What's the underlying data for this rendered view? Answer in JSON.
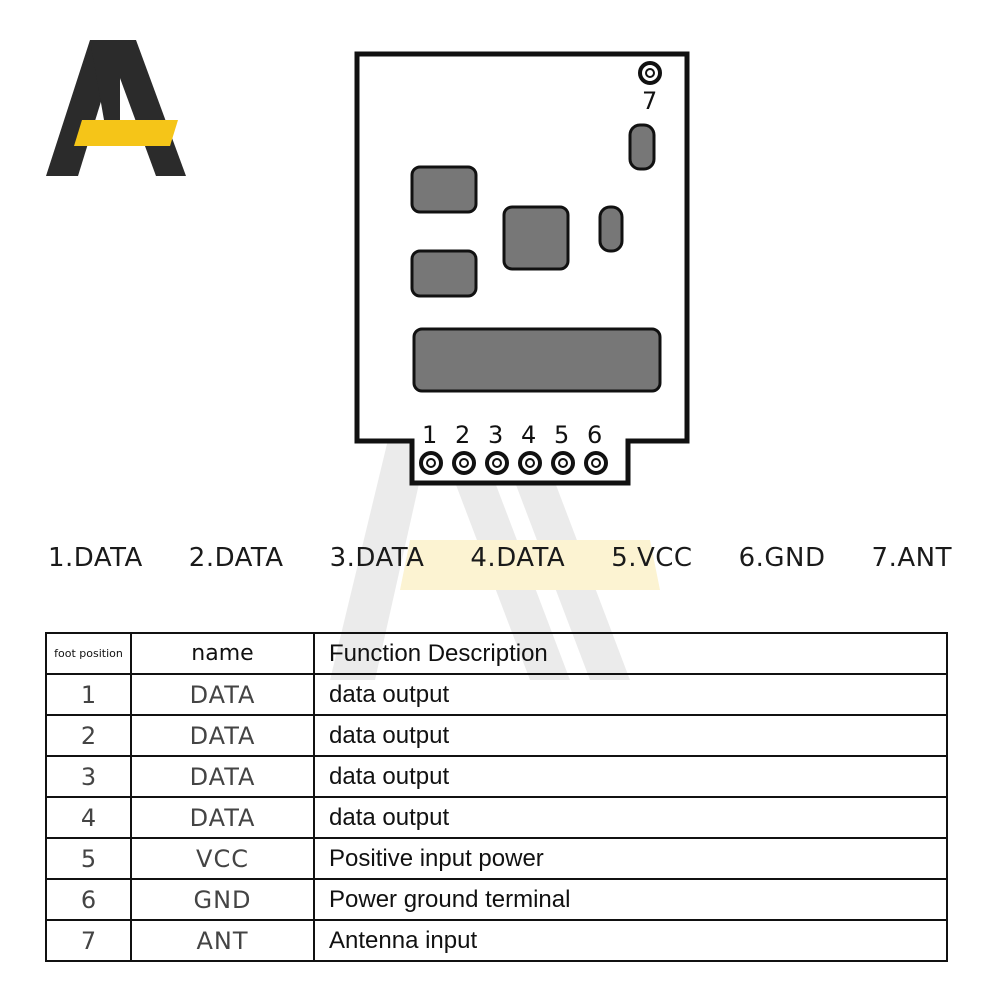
{
  "pin_labels": [
    "1.DATA",
    "2.DATA",
    "3.DATA",
    "4.DATA",
    "5.VCC",
    "6.GND",
    "7.ANT"
  ],
  "board": {
    "bottom_pin_numbers": [
      "1",
      "2",
      "3",
      "4",
      "5",
      "6"
    ],
    "antenna_pin_number": "7"
  },
  "table": {
    "headers": {
      "foot": "foot position",
      "name": "name",
      "function": "Function Description"
    },
    "rows": [
      {
        "pos": "1",
        "name": "DATA",
        "func": "data output"
      },
      {
        "pos": "2",
        "name": "DATA",
        "func": "data output"
      },
      {
        "pos": "3",
        "name": "DATA",
        "func": "data output"
      },
      {
        "pos": "4",
        "name": "DATA",
        "func": "data output"
      },
      {
        "pos": "5",
        "name": "VCC",
        "func": "Positive input power"
      },
      {
        "pos": "6",
        "name": "GND",
        "func": "Power ground terminal"
      },
      {
        "pos": "7",
        "name": "ANT",
        "func": "Antenna input"
      }
    ]
  },
  "colors": {
    "logo_dark": "#2b2b2b",
    "logo_accent": "#f5c518",
    "component_fill": "#777777"
  }
}
